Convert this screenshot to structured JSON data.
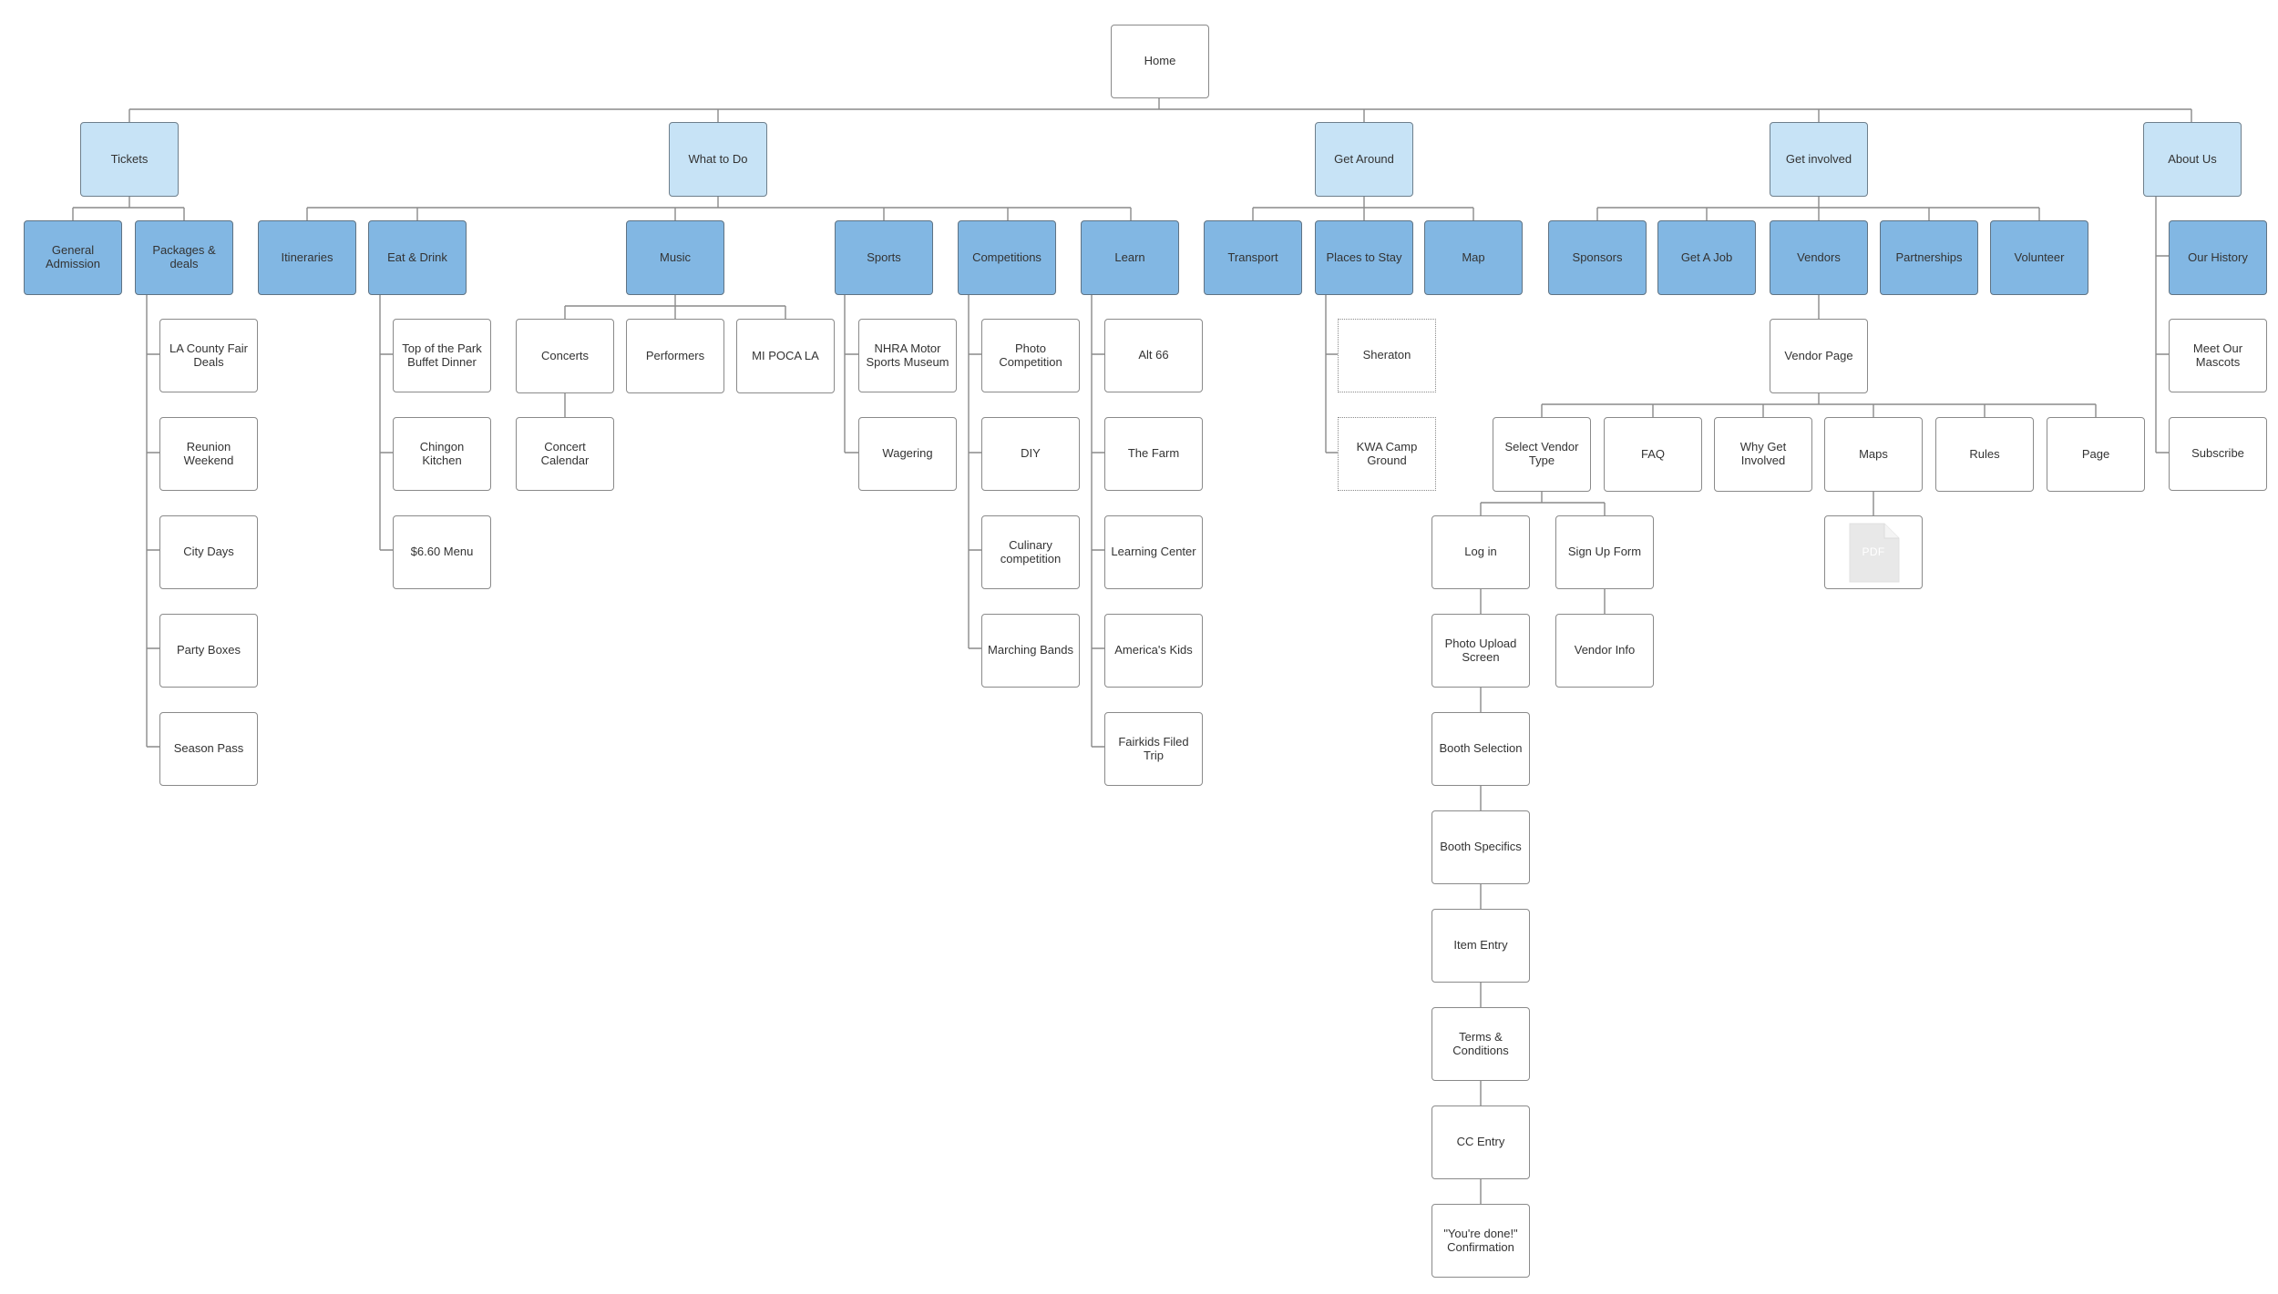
{
  "colors": {
    "level1_fill": "#c7e3f6",
    "level2_fill": "#82b7e3",
    "leaf_fill": "#ffffff",
    "connector": "#8a8a8a"
  },
  "sitemap": {
    "home": "Home",
    "sections": {
      "tickets": "Tickets",
      "what_to_do": "What to Do",
      "get_around": "Get Around",
      "get_involved": "Get involved",
      "about_us": "About Us"
    },
    "tickets": {
      "general_admission": "General Admission",
      "packages": "Packages & deals",
      "packages_items": [
        "LA County Fair Deals",
        "Reunion Weekend",
        "City Days",
        "Party Boxes",
        "Season Pass"
      ]
    },
    "what_to_do": {
      "itineraries": "Itineraries",
      "eat_drink": "Eat & Drink",
      "eat_drink_items": [
        "Top of the Park Buffet Dinner",
        "Chingon Kitchen",
        "$6.60 Menu"
      ],
      "music": "Music",
      "music_items": {
        "concerts": "Concerts",
        "concert_calendar": "Concert Calendar",
        "performers": "Performers",
        "mi_poca": "MI POCA LA"
      },
      "sports": "Sports",
      "sports_items": [
        "NHRA Motor Sports Museum",
        "Wagering"
      ],
      "competitions": "Competitions",
      "competitions_items": [
        "Photo Competition",
        "DIY",
        "Culinary competition",
        "Marching Bands"
      ],
      "learn": "Learn",
      "learn_items": [
        "Alt 66",
        "The Farm",
        "Learning Center",
        "America's Kids",
        "Fairkids Filed Trip"
      ]
    },
    "get_around": {
      "transport": "Transport",
      "places_to_stay": "Places to Stay",
      "places_items": [
        "Sheraton",
        "KWA Camp Ground"
      ],
      "map": "Map"
    },
    "get_involved": {
      "sponsors": "Sponsors",
      "get_a_job": "Get A Job",
      "vendors": "Vendors",
      "partnerships": "Partnerships",
      "volunteer": "Volunteer",
      "vendor_page": "Vendor Page",
      "vendor_page_items": {
        "select_vendor_type": "Select Vendor Type",
        "faq": "FAQ",
        "why_get_involved": "Why Get Involved",
        "maps": "Maps",
        "rules": "Rules",
        "page": "Page"
      },
      "maps_pdf": {
        "label": "PDF",
        "icon": "pdf-file-icon"
      },
      "log_in": "Log in",
      "log_in_flow": [
        "Photo Upload Screen",
        "Booth Selection",
        "Booth Specifics",
        "Item Entry",
        "Terms & Conditions",
        "CC Entry",
        "\"You're done!\" Confirmation"
      ],
      "sign_up_form": "Sign Up Form",
      "vendor_info": "Vendor Info"
    },
    "about_us": {
      "our_history": "Our History",
      "meet_mascots": "Meet Our Mascots",
      "subscribe": "Subscribe"
    }
  }
}
